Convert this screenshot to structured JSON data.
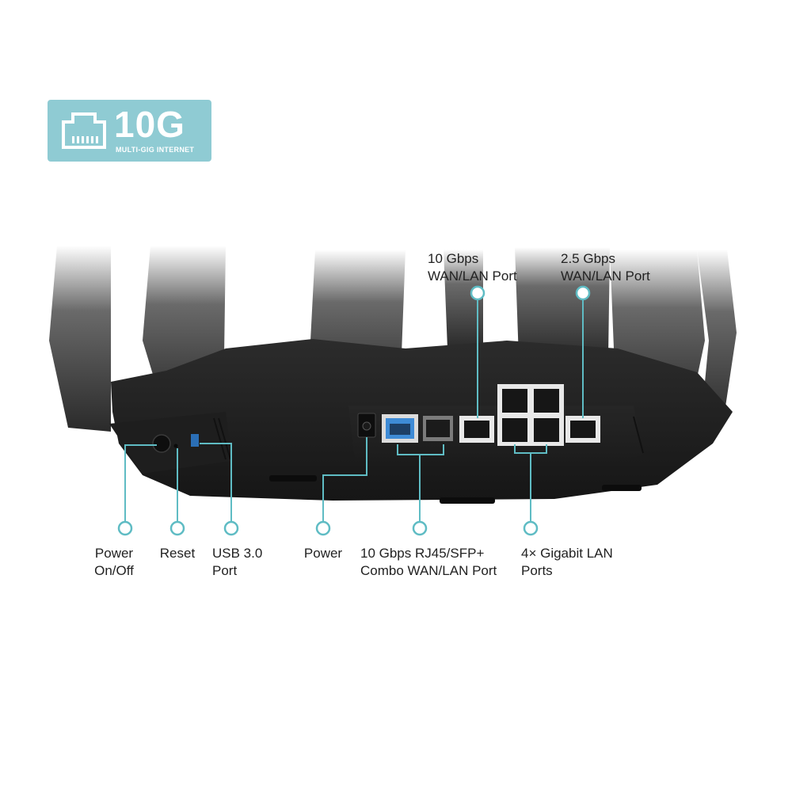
{
  "badge": {
    "icon": "ethernet-port-icon",
    "title": "10G",
    "subtitle": "MULTI-GIG INTERNET",
    "color": "#8fcbd3"
  },
  "callout_color": "#5fbcc4",
  "labels": {
    "top_10g": "10 Gbps\nWAN/LAN Port",
    "top_25g": "2.5 Gbps\nWAN/LAN Port",
    "power_onoff": "Power\nOn/Off",
    "reset": "Reset",
    "usb": "USB 3.0\nPort",
    "power": "Power",
    "combo": "10 Gbps RJ45/SFP+\nCombo WAN/LAN Port",
    "lan": "4× Gigabit LAN\nPorts"
  }
}
